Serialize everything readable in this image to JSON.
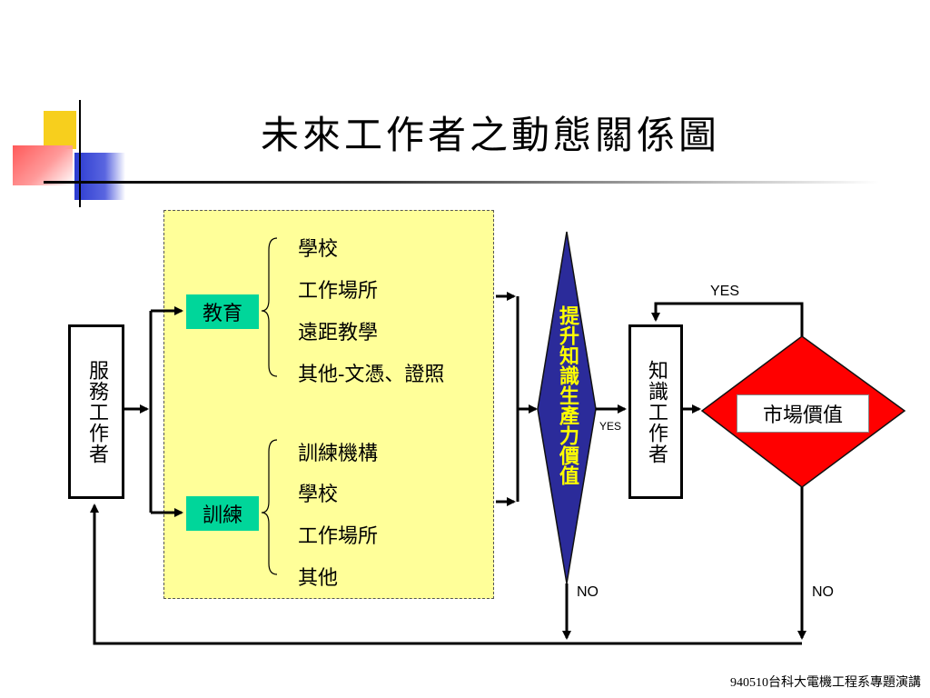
{
  "title": "未來工作者之動態關係圖",
  "service_worker": "服務工作者",
  "education": {
    "label": "教育",
    "items": [
      "學校",
      "工作場所",
      "遠距教學",
      "其他-文憑、證照"
    ]
  },
  "training": {
    "label": "訓練",
    "items": [
      "訓練機構",
      "學校",
      "工作場所",
      "其他"
    ]
  },
  "decision": "提升知識生產力價值",
  "knowledge_worker": "知識工作者",
  "market_value": "市場價值",
  "labels": {
    "yes_decision": "YES",
    "yes_market": "YES",
    "no_decision": "NO",
    "no_market": "NO"
  },
  "footer": "940510台科大電機工程系專題演講",
  "colors": {
    "panel_fill": "#ffff99",
    "green_box": "#00d69a",
    "decision_diamond": "#2b2b9a",
    "decision_text": "#ffff00",
    "market_diamond": "#ff0000"
  }
}
